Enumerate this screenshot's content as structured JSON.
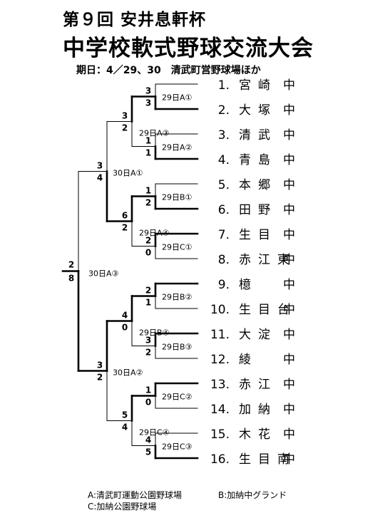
{
  "header": {
    "title_line1": "第９回 安井息軒杯",
    "title_line2": "中学校軟式野球交流大会",
    "schedule": "期日：4／29、30　清武町営野球場ほか"
  },
  "teams": [
    {
      "num": "1.",
      "name": "宮崎中"
    },
    {
      "num": "2.",
      "name": "大塚中"
    },
    {
      "num": "3.",
      "name": "清武中"
    },
    {
      "num": "4.",
      "name": "青島中"
    },
    {
      "num": "5.",
      "name": "本郷中"
    },
    {
      "num": "6.",
      "name": "田野中"
    },
    {
      "num": "7.",
      "name": "生目中"
    },
    {
      "num": "8.",
      "name": "赤江東中"
    },
    {
      "num": "9.",
      "name": "檍中"
    },
    {
      "num": "10.",
      "name": "生目台中"
    },
    {
      "num": "11.",
      "name": "大淀中"
    },
    {
      "num": "12.",
      "name": "綾中"
    },
    {
      "num": "13.",
      "name": "赤江中"
    },
    {
      "num": "14.",
      "name": "加納中"
    },
    {
      "num": "15.",
      "name": "木花中"
    },
    {
      "num": "16.",
      "name": "生目南中"
    }
  ],
  "round1": [
    {
      "game": "29日A①",
      "score_top": "3",
      "score_bottom": "3",
      "winner": "bottom"
    },
    {
      "game": "29日A②",
      "score_top": "1",
      "score_bottom": "1",
      "winner": "bottom"
    },
    {
      "game": "29日B①",
      "score_top": "1",
      "score_bottom": "2",
      "winner": "bottom"
    },
    {
      "game": "29日C①",
      "score_top": "2",
      "score_bottom": "0",
      "winner": "top"
    },
    {
      "game": "29日B②",
      "score_top": "2",
      "score_bottom": "1",
      "winner": "top"
    },
    {
      "game": "29日B③",
      "score_top": "3",
      "score_bottom": "2",
      "winner": "top"
    },
    {
      "game": "29日C②",
      "score_top": "1",
      "score_bottom": "0",
      "winner": "top"
    },
    {
      "game": "29日C③",
      "score_top": "4",
      "score_bottom": "5",
      "winner": "bottom"
    }
  ],
  "round2": [
    {
      "game": "29日A③",
      "score_top": "3",
      "score_bottom": "2",
      "winner": "top"
    },
    {
      "game": "29日A④",
      "score_top": "6",
      "score_bottom": "2",
      "winner": "top"
    },
    {
      "game": "29日B④",
      "score_top": "4",
      "score_bottom": "0",
      "winner": "top"
    },
    {
      "game": "29日C④",
      "score_top": "5",
      "score_bottom": "4",
      "winner": "top"
    }
  ],
  "round3": [
    {
      "game": "30日A①",
      "score_top": "3",
      "score_bottom": "4",
      "winner": "bottom"
    },
    {
      "game": "30日A②",
      "score_top": "3",
      "score_bottom": "2",
      "winner": "top"
    }
  ],
  "final": {
    "game": "30日A③",
    "score_top": "2",
    "score_bottom": "8",
    "winner": "bottom"
  },
  "legend": {
    "a": "A:清武町運動公園野球場",
    "b": "B:加納中グランド",
    "c": "C:加納公園野球場"
  }
}
